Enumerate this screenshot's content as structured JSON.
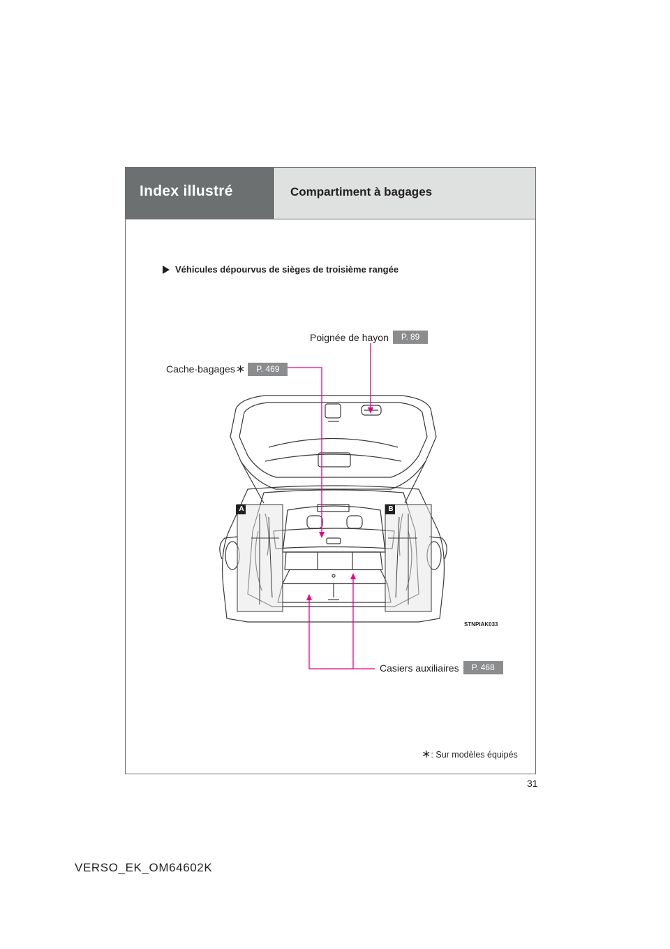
{
  "header": {
    "section_title": "Index illustré",
    "page_heading": "Compartiment à bagages"
  },
  "subheading": "Véhicules dépourvus de sièges de troisième rangée",
  "callouts": {
    "tailgate_handle": {
      "label": "Poignée de hayon",
      "page_ref": "P. 89"
    },
    "tonneau_cover": {
      "label": "Cache-bagages",
      "marker": "∗",
      "page_ref": "P. 469"
    },
    "auxiliary_boxes": {
      "label": "Casiers auxiliaires",
      "page_ref": "P. 468"
    }
  },
  "inset_markers": {
    "left": "A",
    "right": "B"
  },
  "figure_code": "STNPIAK033",
  "footnote": {
    "marker": "∗",
    "text": ": Sur modèles équipés"
  },
  "page_number": "31",
  "document_code": "VERSO_EK_OM64602K",
  "colors": {
    "header_dark": "#6d7070",
    "header_light": "#dfe1e1",
    "callout_line": "#e8008a",
    "page_ref_badge": "#8a8c8e"
  }
}
